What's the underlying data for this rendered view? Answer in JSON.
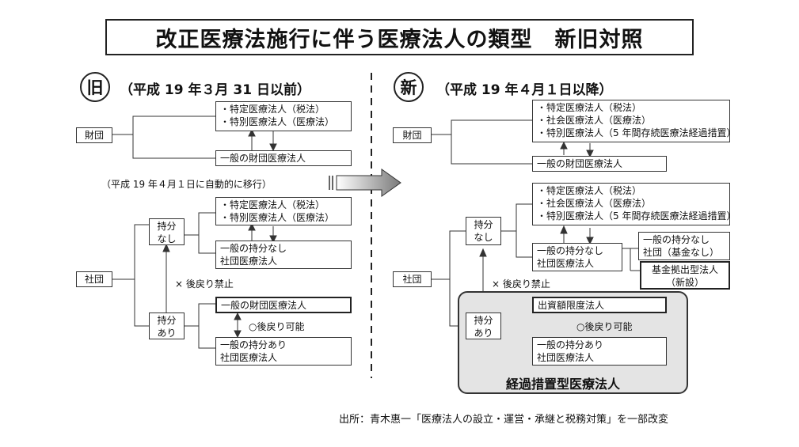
{
  "title": "改正医療法施行に伴う医療法人の類型　新旧対照",
  "old": {
    "badge": "旧",
    "period": "（平成 19 年３月 31 日以前）",
    "zaidan": "財団",
    "zaidan_top": [
      "・特定医療法人（税法）",
      "・特別医療法人（医療法）"
    ],
    "zaidan_general": "一般の財団医療法人",
    "auto_transition": "（平成 19 年４月１日に自動的に移行）",
    "shadan": "社団",
    "mochibun_nashi": [
      "持分",
      "なし"
    ],
    "nashi_top": [
      "・特定医療法人（税法）",
      "・特別医療法人（医療法）"
    ],
    "nashi_general": [
      "一般の持分なし",
      "社団医療法人"
    ],
    "no_return": "× 後戻り禁止",
    "mochibun_ari": [
      "持分",
      "あり"
    ],
    "ari_zaidan": "一般の財団医療法人",
    "can_return": "○後戻り可能",
    "ari_general": [
      "一般の持分あり",
      "社団医療法人"
    ]
  },
  "new": {
    "badge": "新",
    "period": "（平成 19 年４月１日以降）",
    "zaidan": "財団",
    "zaidan_top": [
      "・特定医療法人（税法）",
      "・社会医療法人（医療法）",
      "・特別医療法人（5 年間存続医療法経過措置）"
    ],
    "zaidan_general": "一般の財団医療法人",
    "shadan": "社団",
    "mochibun_nashi": [
      "持分",
      "なし"
    ],
    "nashi_top": [
      "・特定医療法人（税法）",
      "・社会医療法人（医療法）",
      "・特別医療法人（5 年間存続医療法経過措置）"
    ],
    "nashi_general": [
      "一般の持分なし",
      "社団医療法人"
    ],
    "nashi_side": [
      "一般の持分なし",
      "社団（基金なし）"
    ],
    "kikin": [
      "基金拠出型法人",
      "（新設）"
    ],
    "no_return": "× 後戻り禁止",
    "mochibun_ari": [
      "持分",
      "あり"
    ],
    "shusshi": "出資額限度法人",
    "can_return": "○後戻り可能",
    "ari_general": [
      "一般の持分あり",
      "社団医療法人"
    ],
    "transitional": "経過措置型医療法人"
  },
  "source": "出所：青木惠一「医療法人の設立・運営・承継と税務対策」を一部改変"
}
